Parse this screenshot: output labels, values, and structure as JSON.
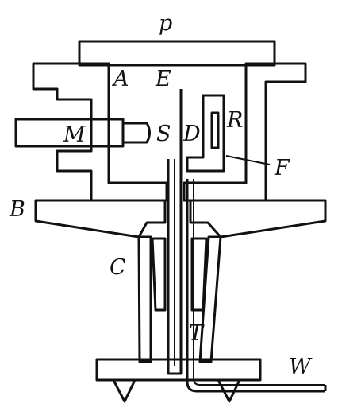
{
  "labels": {
    "P": "p",
    "A": "A",
    "E": "E",
    "M": "M",
    "S": "S",
    "D": "D",
    "R": "R",
    "F": "F",
    "B": "B",
    "C": "C",
    "T": "T",
    "W": "W"
  }
}
